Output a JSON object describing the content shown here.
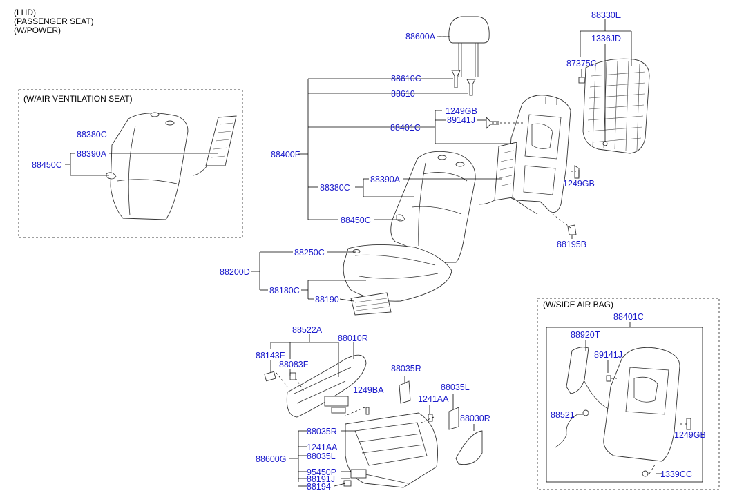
{
  "header": {
    "line1": "(LHD)",
    "line2": "(PASSENGER SEAT)",
    "line3": "(W/POWER)"
  },
  "boxes": {
    "air_vent": "(W/AIR VENTILATION SEAT)",
    "side_airbag": "(W/SIDE AIR BAG)"
  },
  "labels": {
    "p88600A": "88600A",
    "p88330E": "88330E",
    "p1336JD": "1336JD",
    "p87375C": "87375C",
    "p88610C": "88610C",
    "p88610": "88610",
    "p1249GB_a": "1249GB",
    "p89141J_a": "89141J",
    "p88401C_a": "88401C",
    "p88400F": "88400F",
    "p88390A_a": "88390A",
    "p88380C_a": "88380C",
    "p1249GB_b": "1249GB",
    "p88450C_a": "88450C",
    "p88195B": "88195B",
    "p88380C_b": "88380C",
    "p88390A_b": "88390A",
    "p88450C_b": "88450C",
    "p88250C": "88250C",
    "p88200D": "88200D",
    "p88180C": "88180C",
    "p88190": "88190",
    "p88522A": "88522A",
    "p88010R": "88010R",
    "p88143F": "88143F",
    "p88083F": "88083F",
    "p88035R_a": "88035R",
    "p1249BA": "1249BA",
    "p88035L_a": "88035L",
    "p1241AA_a": "1241AA",
    "p88030R": "88030R",
    "p88035R_b": "88035R",
    "p1241AA_b": "1241AA",
    "p88600G": "88600G",
    "p88035L_b": "88035L",
    "p95450P": "95450P",
    "p88191J": "88191J",
    "p88194": "88194",
    "p88401C_b": "88401C",
    "p88920T": "88920T",
    "p89141J_b": "89141J",
    "p88521": "88521",
    "p1249GB_c": "1249GB",
    "p1339CC": "1339CC"
  }
}
